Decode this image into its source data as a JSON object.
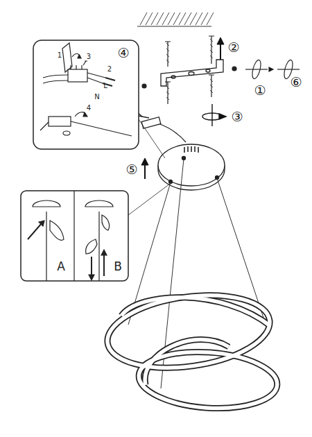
{
  "diagram": {
    "labels": [
      "④",
      "1",
      "3",
      "2",
      "L",
      "N",
      "4",
      "②",
      "①",
      "⑥",
      "③",
      "⑤",
      "A",
      "B"
    ]
  }
}
